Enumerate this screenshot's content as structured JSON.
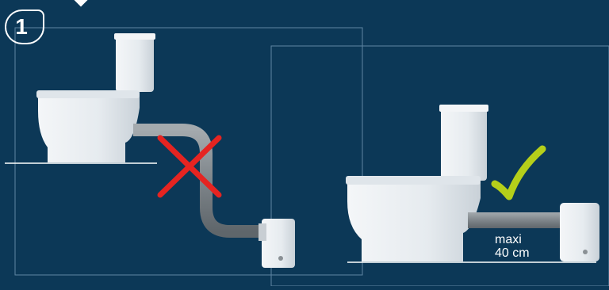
{
  "step": {
    "number": "1"
  },
  "annotation": {
    "line1": "maxi",
    "line2": "40 cm"
  },
  "colors": {
    "background": "#0c3857",
    "frame": "#5f86a3",
    "floor": "#ffffff",
    "porcelain": "#e9edf1",
    "pipe": "#8a9095",
    "cross": "#e52421",
    "check": "#b5cf1a"
  },
  "icons": {
    "bad": "cross-mark-icon",
    "good": "check-mark-icon"
  }
}
